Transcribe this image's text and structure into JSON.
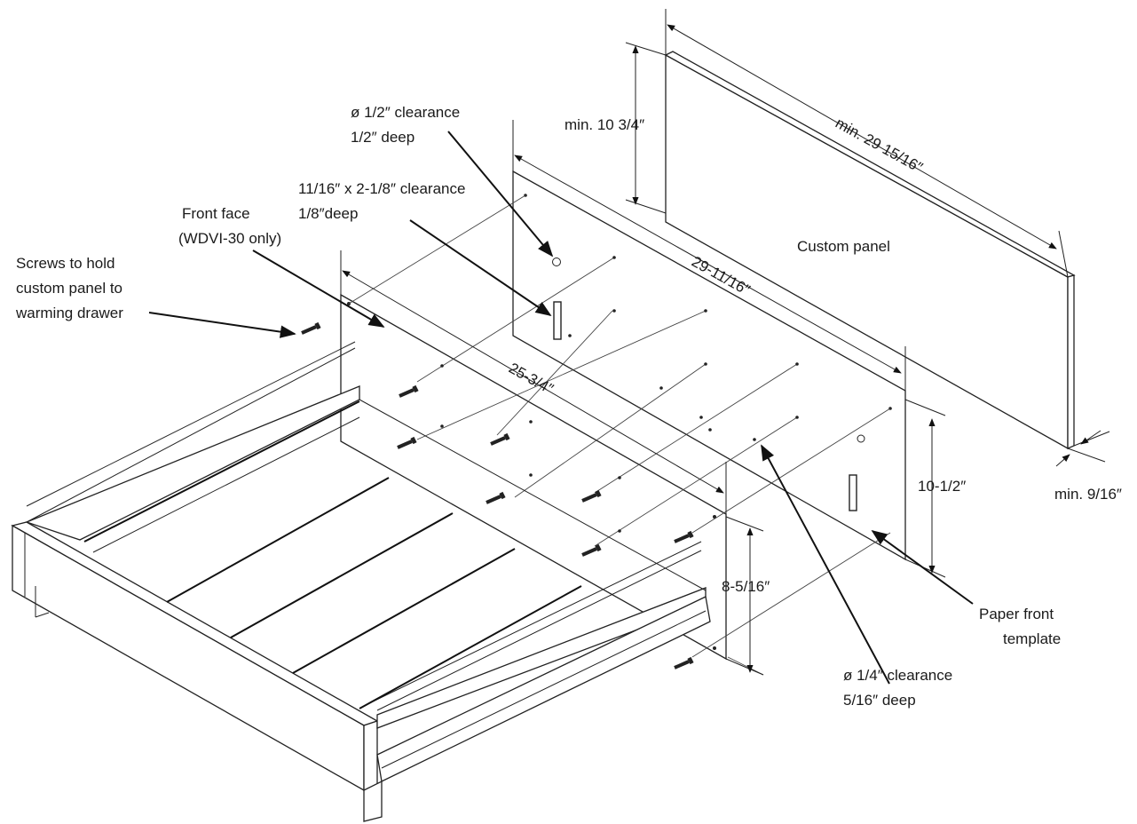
{
  "labels": {
    "clearance_half": [
      "ø 1/2″ clearance",
      "1/2″ deep"
    ],
    "clearance_slot": [
      "11/16″ x 2-1/8″ clearance",
      "1/8″deep"
    ],
    "front_face": [
      "Front face",
      "(WDVI-30 only)"
    ],
    "screws": [
      "Screws to hold",
      "custom panel to",
      "warming drawer"
    ],
    "custom_panel": [
      "Custom panel"
    ],
    "paper_template": [
      "Paper front",
      "template"
    ],
    "clearance_quarter": [
      "ø 1/4″ clearance",
      "5/16″ deep"
    ]
  },
  "dimensions": {
    "panel_height": "min. 10 3/4″",
    "panel_width": "min. 29 15/16″",
    "panel_thickness": "min. 9/16″",
    "template_width": "29-11/16″",
    "template_height": "10-1/2″",
    "front_width": "25-3/4″",
    "front_height": "8-5/16″"
  }
}
